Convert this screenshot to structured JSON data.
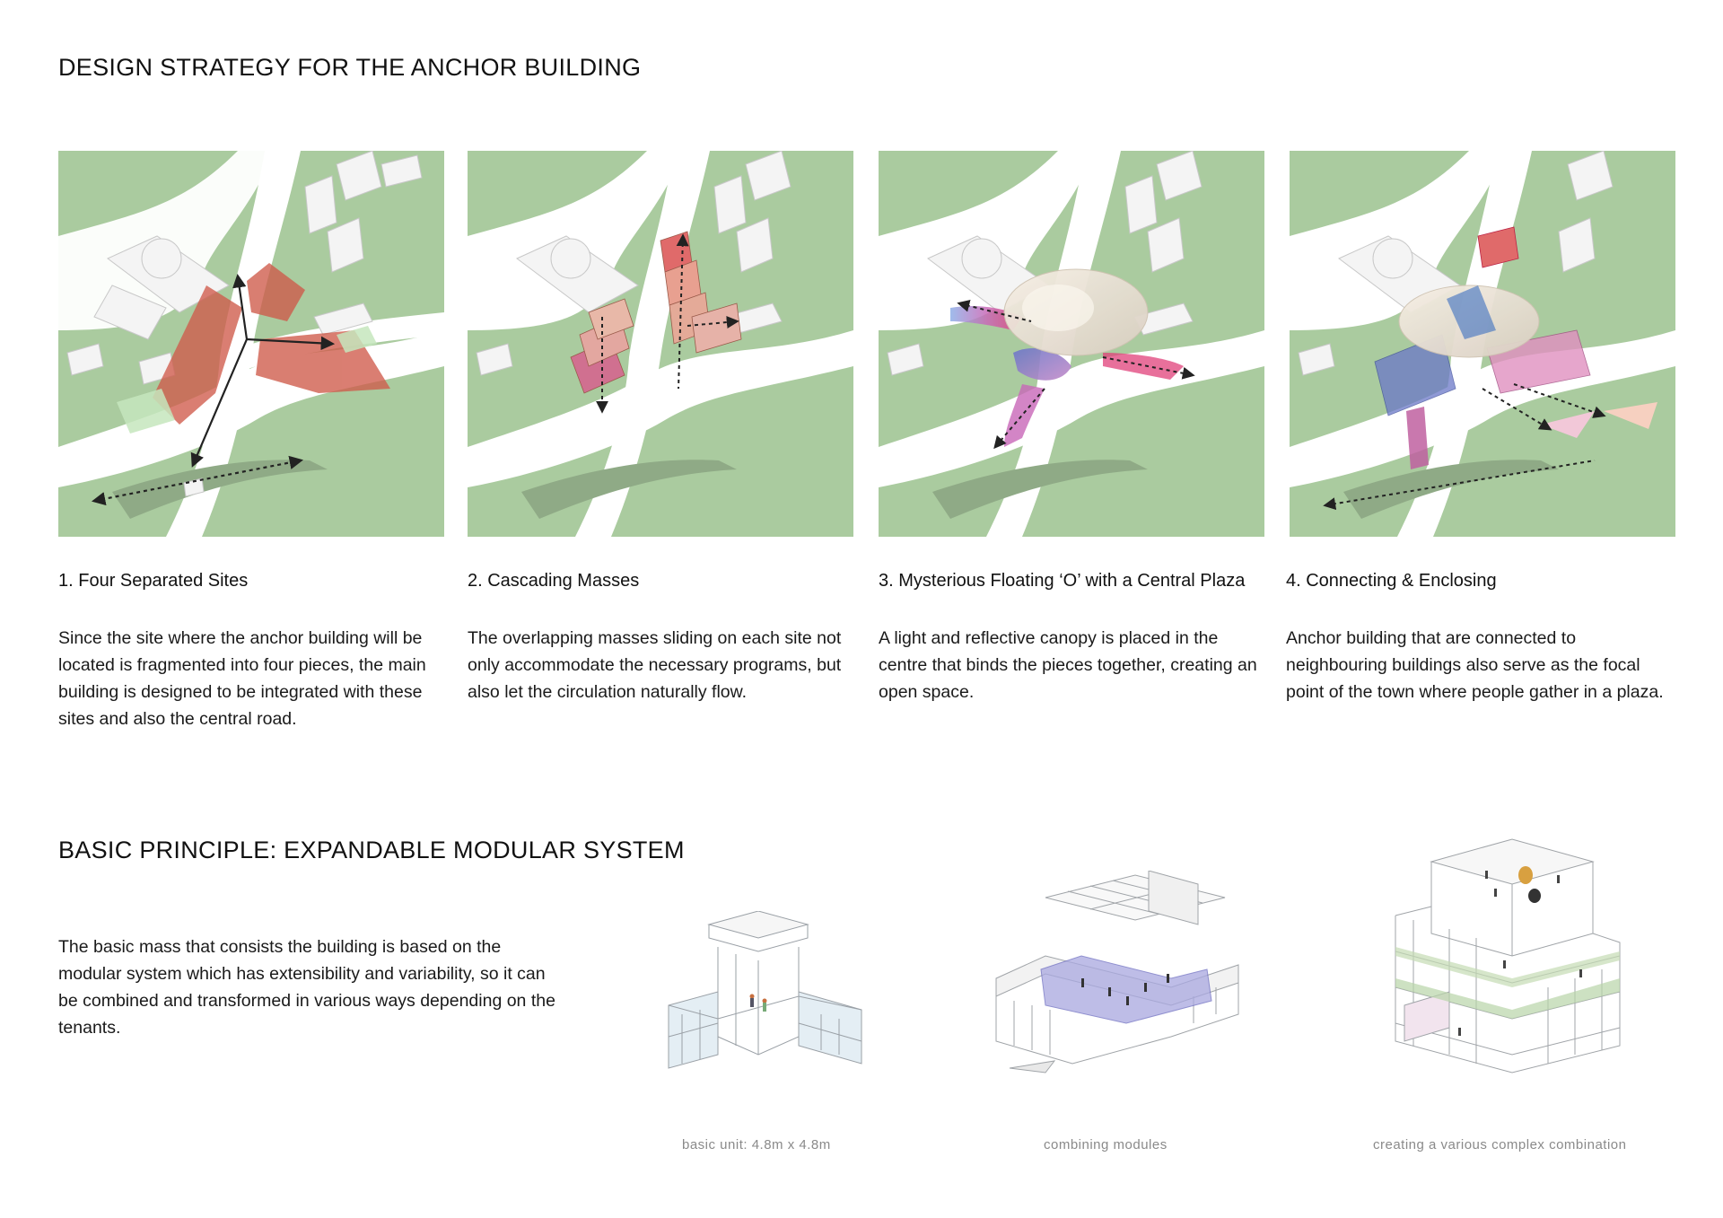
{
  "heading_strategy": "DESIGN STRATEGY FOR THE ANCHOR BUILDING",
  "steps": [
    {
      "title": "1. Four Separated Sites",
      "body": "Since the site where the anchor building will be located is fragmented into four pieces, the main building is designed to be integrated with these sites and also the central road."
    },
    {
      "title": "2. Cascading Masses",
      "body": "The overlapping masses sliding on each site not only accommodate the necessary programs, but also let the circulation naturally flow."
    },
    {
      "title": "3. Mysterious Floating ‘O’ with a Central Plaza",
      "body": "A light and reflective canopy is placed in the centre that binds the pieces together, creating an open space."
    },
    {
      "title": "4. Connecting & Enclosing",
      "body": " Anchor building that are connected to neighbouring buildings also serve as the focal point of the town where people gather in a plaza."
    }
  ],
  "heading_principle": "BASIC PRINCIPLE: EXPANDABLE MODULAR SYSTEM",
  "principle_body": "The basic mass that consists the building is based on the modular system which has extensibility and variability, so it can be combined and transformed in various ways depending on the tenants.",
  "module_captions": [
    "basic unit: 4.8m x 4.8m",
    "combining modules",
    "creating a various complex combination"
  ],
  "colors": {
    "ground_green": "#aacb9f",
    "road_white": "#ffffff",
    "site_red": "#cf5a4a",
    "mass_pink": "#e6a7a0",
    "canopy": "#efe6da"
  }
}
